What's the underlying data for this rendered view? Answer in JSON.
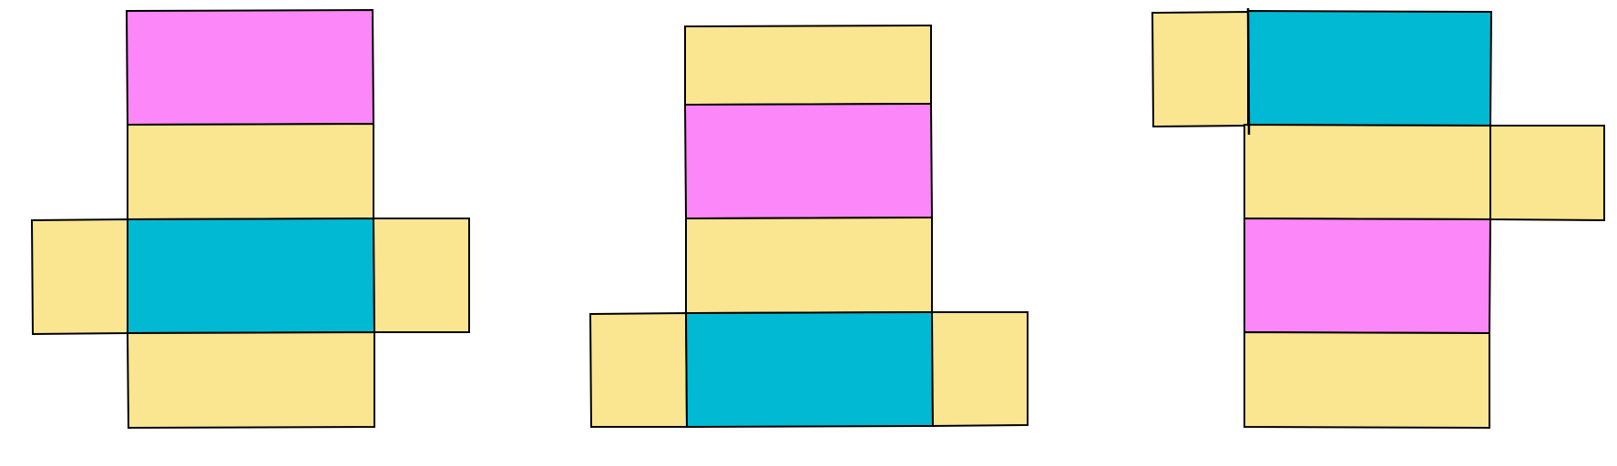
{
  "colors": {
    "background": "#ffffff",
    "yellow": "#fae591",
    "magenta": "#fc87f8",
    "cyan": "#01b9d3",
    "stroke": "#000000"
  },
  "nets": [
    {
      "id": "net-1",
      "faces": [
        {
          "name": "top-face",
          "color": "magenta"
        },
        {
          "name": "upper-face",
          "color": "yellow"
        },
        {
          "name": "left-flap",
          "color": "yellow"
        },
        {
          "name": "middle-face",
          "color": "cyan"
        },
        {
          "name": "right-flap",
          "color": "yellow"
        },
        {
          "name": "bottom-face",
          "color": "yellow"
        }
      ]
    },
    {
      "id": "net-2",
      "faces": [
        {
          "name": "top-face",
          "color": "yellow"
        },
        {
          "name": "second-face",
          "color": "magenta"
        },
        {
          "name": "third-face",
          "color": "yellow"
        },
        {
          "name": "left-flap",
          "color": "yellow"
        },
        {
          "name": "bottom-face",
          "color": "cyan"
        },
        {
          "name": "right-flap",
          "color": "yellow"
        }
      ]
    },
    {
      "id": "net-3",
      "faces": [
        {
          "name": "left-flap",
          "color": "yellow"
        },
        {
          "name": "top-face",
          "color": "cyan"
        },
        {
          "name": "second-face",
          "color": "yellow"
        },
        {
          "name": "right-flap",
          "color": "yellow"
        },
        {
          "name": "third-face",
          "color": "magenta"
        },
        {
          "name": "bottom-face",
          "color": "yellow"
        }
      ]
    }
  ]
}
